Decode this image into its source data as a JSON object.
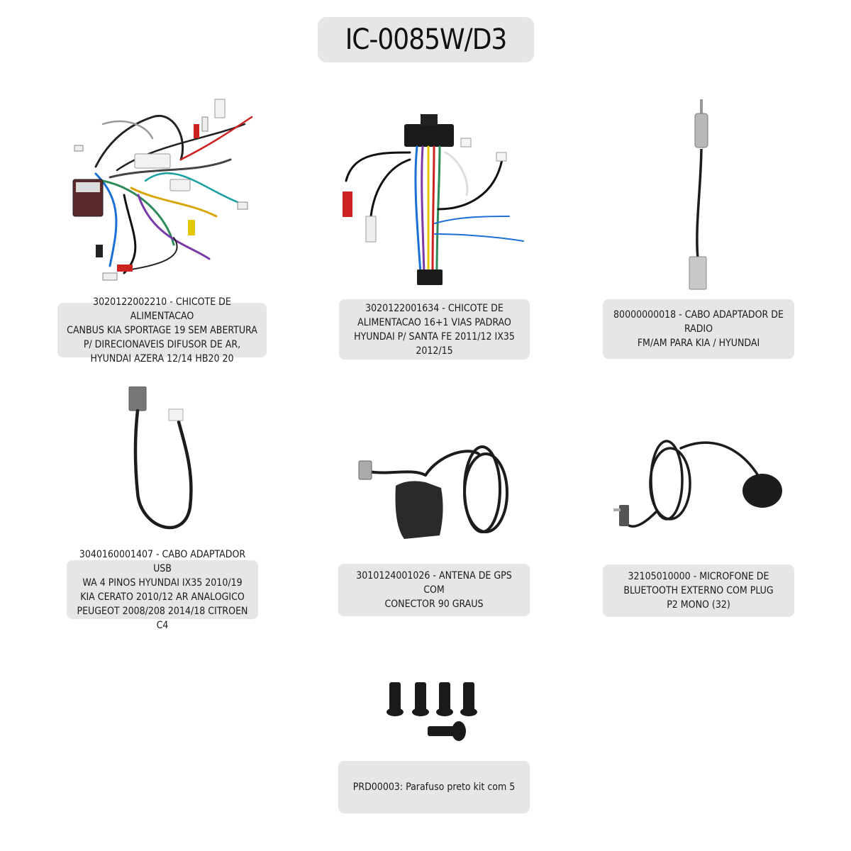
{
  "title": "IC-0085W/D3",
  "items": [
    {
      "name": "wiring-harness-canbus",
      "label": "3020122002210 - CHICOTE DE ALIMENTACAO\nCANBUS KIA SPORTAGE 19 SEM ABERTURA\nP/ DIRECIONAVEIS DIFUSOR DE AR,\nHYUNDAI AZERA 12/14 HB20 20"
    },
    {
      "name": "wiring-harness-16pin",
      "label": "3020122001634 - CHICOTE DE\nALIMENTACAO 16+1 VIAS PADRAO\nHYUNDAI P/ SANTA FE 2011/12 IX35\n2012/15"
    },
    {
      "name": "radio-antenna-adapter",
      "label": "80000000018 - CABO ADAPTADOR DE RADIO\nFM/AM PARA KIA / HYUNDAI"
    },
    {
      "name": "usb-adapter-cable",
      "label": "3040160001407 - CABO ADAPTADOR USB\nWA 4 PINOS HYUNDAI IX35 2010/19\nKIA CERATO 2010/12 AR ANALOGICO\nPEUGEOT 2008/208 2014/18 CITROEN C4"
    },
    {
      "name": "gps-antenna",
      "label": "3010124001026 - ANTENA DE GPS COM\nCONECTOR 90 GRAUS"
    },
    {
      "name": "bluetooth-microphone",
      "label": "32105010000 - MICROFONE DE\nBLUETOOTH EXTERNO COM PLUG\nP2 MONO (32)"
    },
    {
      "name": "screw-kit",
      "label": "PRD00003: Parafuso preto kit com 5"
    }
  ],
  "colors": {
    "label_bg": "#e6e6e6",
    "title_bg": "#e6e6e6",
    "cable": "#1c1c1c"
  }
}
